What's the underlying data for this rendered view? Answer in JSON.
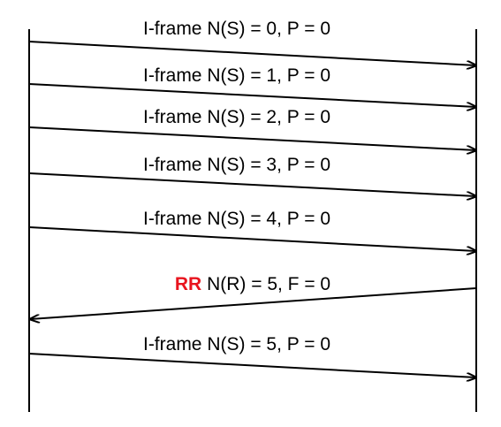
{
  "colors": {
    "line": "#000000",
    "frame_type_accent": "#e8141e"
  },
  "messages": [
    {
      "direction": "A-to-B",
      "text": "I-frame N(S) = 0, P = 0"
    },
    {
      "direction": "A-to-B",
      "text": "I-frame N(S) = 1, P = 0"
    },
    {
      "direction": "A-to-B",
      "text": "I-frame N(S) = 2, P = 0"
    },
    {
      "direction": "A-to-B",
      "text": "I-frame N(S) = 3, P = 0"
    },
    {
      "direction": "A-to-B",
      "text": "I-frame N(S) = 4, P = 0"
    },
    {
      "direction": "B-to-A",
      "frame_type": "RR",
      "text": " N(R) = 5, F = 0"
    },
    {
      "direction": "A-to-B",
      "text": "I-frame N(S) = 5, P = 0"
    }
  ]
}
